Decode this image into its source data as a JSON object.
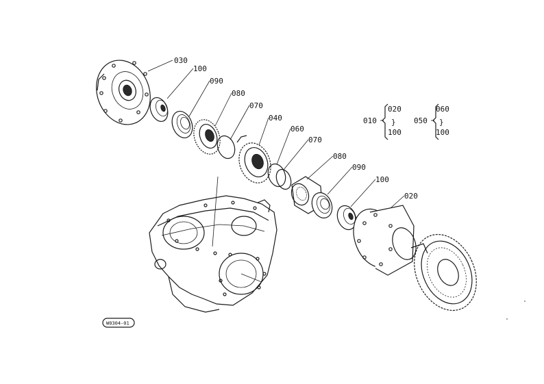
{
  "callouts": {
    "c030": "030",
    "c100a": "100",
    "c090a": "090",
    "c080a": "080",
    "c070a": "070",
    "c040": "040",
    "c060": "060",
    "c070b": "070",
    "c080b": "080",
    "c090b": "090",
    "c100b": "100",
    "c020": "020"
  },
  "groups": {
    "g010": {
      "label": "010",
      "top": "020",
      "mid": "}",
      "bottom": "100"
    },
    "g050": {
      "label": "050",
      "top": "060",
      "mid": "}",
      "bottom": "100"
    }
  },
  "figure_code": "W0304-01"
}
